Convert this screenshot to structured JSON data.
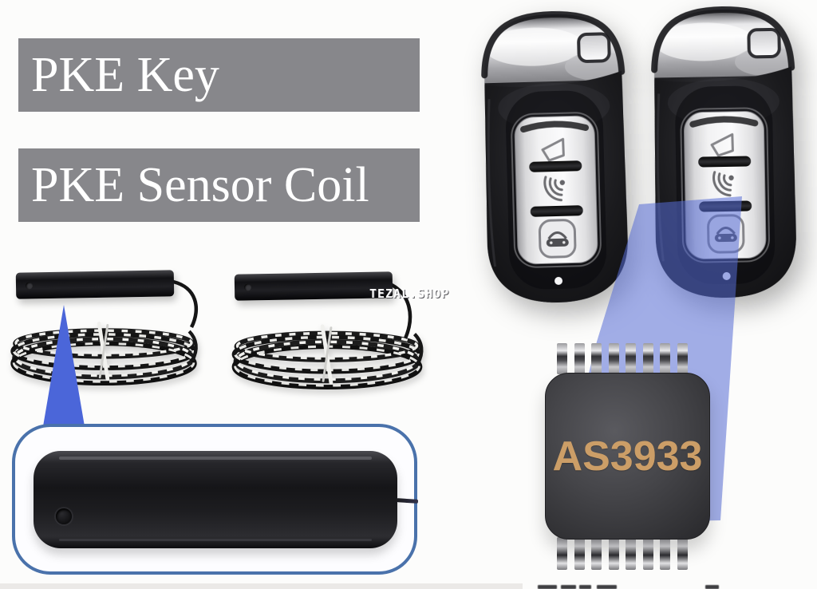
{
  "banners": {
    "banner1": "PKE Key",
    "banner2": "PKE Sensor Coil"
  },
  "watermark": {
    "text": "TEZAL.SHOP"
  },
  "chip": {
    "label": "AS3933",
    "pins_per_side": 8
  },
  "objects": {
    "key_fobs": 2,
    "sensor_coils": 2,
    "zoom_callout": "magnified-sensor-coil-bar"
  },
  "colors": {
    "page_bg": "#fcfcfb",
    "banner_bg": "#87878b",
    "banner_text": "#ffffff",
    "callout_blue": "#4b66d9",
    "beam_blue": "rgba(86,108,214,0.55)",
    "zoom_border": "#4a72ab",
    "chip_label": "#cc9e67"
  }
}
